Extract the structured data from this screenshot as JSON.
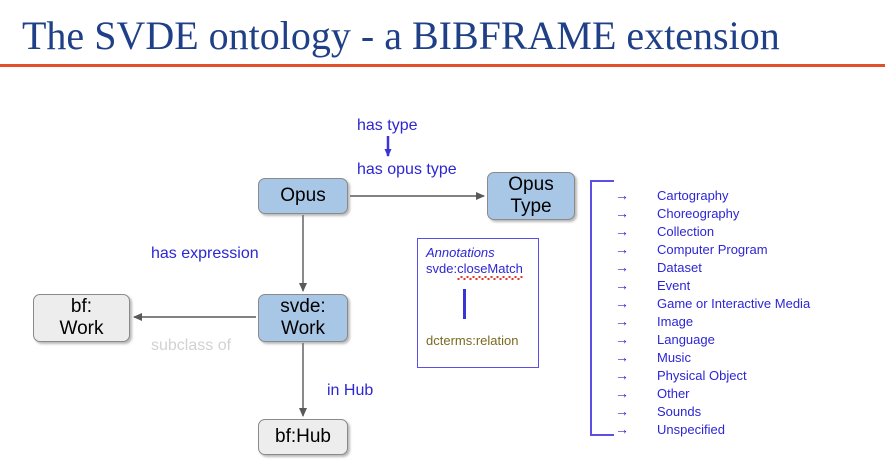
{
  "slide": {
    "title": "The SVDE ontology - a BIBFRAME extension",
    "title_color": "#1F3F87",
    "rule_color": "#E0512B",
    "background": "#ffffff"
  },
  "diagram": {
    "nodes": [
      {
        "id": "opus",
        "label": "Opus",
        "lines": [
          "Opus"
        ],
        "fill": "#A8C6E5"
      },
      {
        "id": "opus-type",
        "label": "Opus Type",
        "lines": [
          "Opus",
          "Type"
        ],
        "fill": "#A8C6E5"
      },
      {
        "id": "bf-work",
        "label": "bf: Work",
        "lines": [
          "bf:",
          "Work"
        ],
        "fill": "#EDEDED"
      },
      {
        "id": "svde-work",
        "label": "svde: Work",
        "lines": [
          "svde:",
          "Work"
        ],
        "fill": "#A8C6E5"
      },
      {
        "id": "bf-hub",
        "label": "bf:Hub",
        "lines": [
          "bf:Hub"
        ],
        "fill": "#EDEDED"
      }
    ],
    "labels": {
      "has_type": "has type",
      "has_opus_type": "has opus type",
      "has_expression": "has expression",
      "subclass_of": "subclass of",
      "in_hub": "in Hub"
    },
    "label_color": "#2C26D4",
    "subclass_color": "#D2D2D2",
    "connector_color": "#595959"
  },
  "annotations": {
    "heading": "Annotations",
    "close_match": "svde:closeMatch",
    "close_match_prefix": "svde:",
    "close_match_term": "closeMatch",
    "relation": "dcterms:relation",
    "border_color": "#5B4FE8",
    "heading_color": "#2C26D4",
    "relation_color": "#7A6A22"
  },
  "opus_types": {
    "arrow_glyph": "→",
    "color": "#2C26D4",
    "items": [
      "Cartography",
      "Choreography",
      "Collection",
      "Computer Program",
      "Dataset",
      "Event",
      "Game or Interactive Media",
      "Image",
      "Language",
      "Music",
      "Physical Object",
      "Other",
      "Sounds",
      "Unspecified"
    ]
  }
}
